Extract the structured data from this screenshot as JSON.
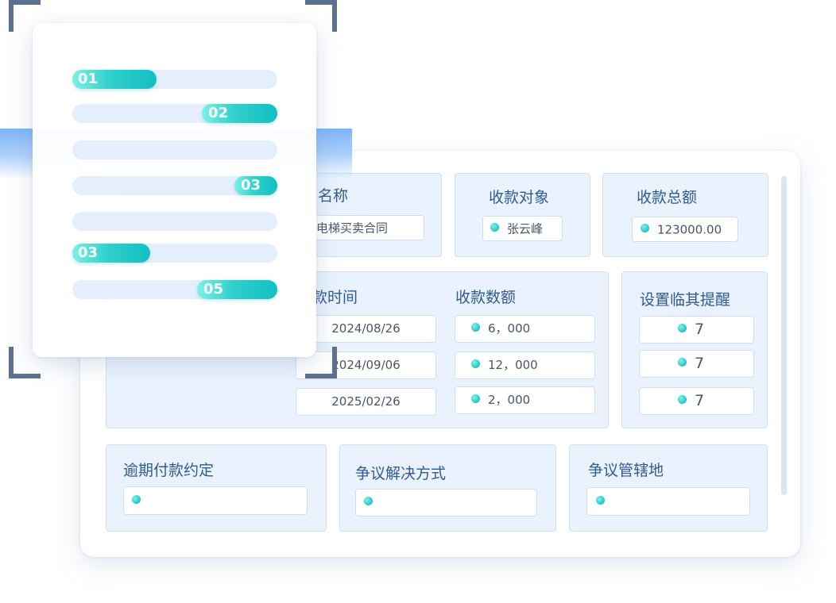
{
  "contract": {
    "name_label": "名称",
    "name_value": "电梯买卖合同",
    "payee_label": "收款对象",
    "payee_value": "张云峰",
    "total_label": "收款总额",
    "total_value": "123000.00"
  },
  "schedule": {
    "time_label": "款时间",
    "amount_label": "收款数额",
    "reminder_label": "设置临其提醒",
    "rows": [
      {
        "date": "2024/08/26",
        "amount": "6，000",
        "reminder": "7"
      },
      {
        "date": "2024/09/06",
        "amount": "12，000",
        "reminder": "7"
      },
      {
        "date": "2025/02/26",
        "amount": "2，000",
        "reminder": "7"
      }
    ]
  },
  "bottom": {
    "overdue_label": "逾期付款约定",
    "dispute_label": "争议解决方式",
    "jurisdiction_label": "争议管辖地"
  },
  "list_card": {
    "steps": [
      {
        "label": "01",
        "fill_percent": 41,
        "align": "left"
      },
      {
        "label": "02",
        "fill_percent": 37,
        "align": "right"
      },
      {
        "label": "",
        "fill_percent": 0,
        "align": "none"
      },
      {
        "label": "03",
        "fill_percent": 21,
        "align": "right"
      },
      {
        "label": "",
        "fill_percent": 0,
        "align": "none"
      },
      {
        "label": "03",
        "fill_percent": 38,
        "align": "left"
      },
      {
        "label": "05",
        "fill_percent": 39,
        "align": "right"
      }
    ]
  },
  "colors": {
    "accent": "#2fd0cb",
    "label_blue": "#2f5a93",
    "section_bg": "#eaf3fd",
    "scan_band": "#6caaf8",
    "bracket": "#5c7190"
  }
}
